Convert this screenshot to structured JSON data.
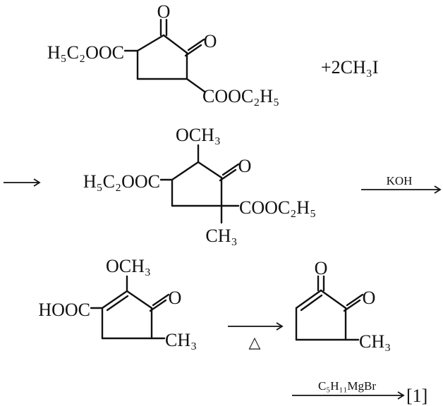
{
  "reaction_scheme": {
    "step1": {
      "reactant": {
        "ketone_o_top": "O",
        "ketone_o_right": "O",
        "ester_left": "H₅C₂OOC",
        "ester_right": "COOC₂H₅"
      },
      "reagent": "+2CH₃I"
    },
    "step2": {
      "arrow_in": "→",
      "intermediate": {
        "methoxy": "OCH₃",
        "ketone_o": "O",
        "ester_left": "H₅C₂OOC",
        "ester_right": "COOC₂H₅",
        "methyl": "CH₃"
      },
      "reagent_above_arrow": "KOH"
    },
    "step3": {
      "acid": {
        "methoxy": "OCH₃",
        "ketone_o": "O",
        "carboxyl": "HOOC",
        "methyl": "CH₃"
      },
      "condition_below_arrow": "△",
      "product": {
        "ketone_o_top": "O",
        "ketone_o_right": "O",
        "methyl": "CH₃"
      }
    },
    "step4": {
      "reagent_above_arrow": "C₅H₁₁MgBr",
      "product_label": "[1]"
    }
  },
  "colors": {
    "ink": "#111111",
    "background": "#ffffff"
  }
}
